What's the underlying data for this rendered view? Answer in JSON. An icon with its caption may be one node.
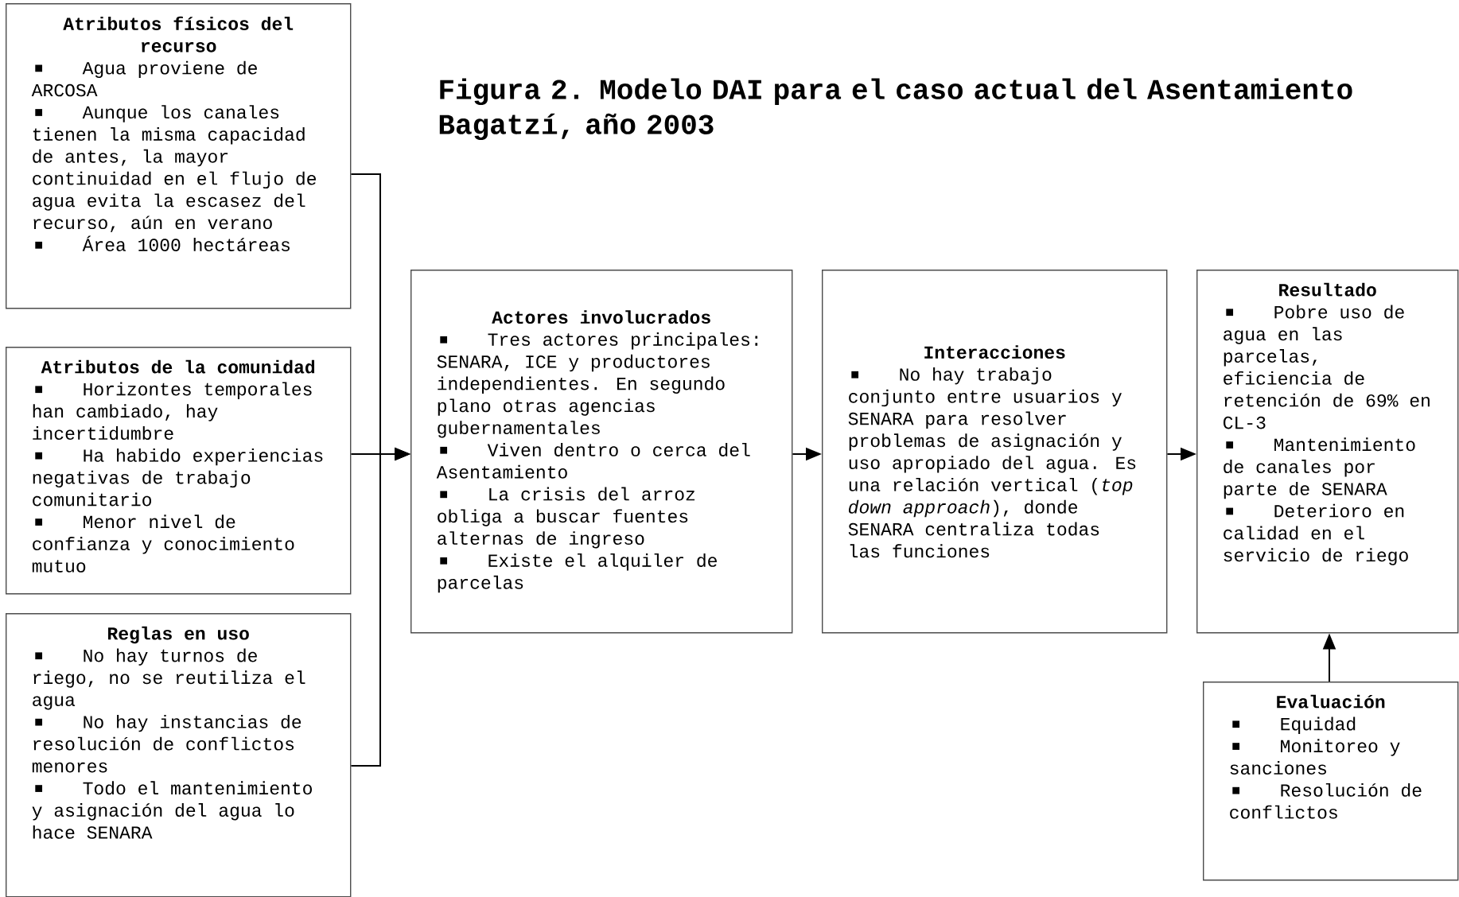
{
  "diagram": {
    "title": "Figura 2. Modelo DAI para el caso actual del Asentamiento Bagatzí, año 2003",
    "nodes": [
      {
        "text": [
          "Atributos físicos del recurso",
          "Agua proviene de ARCOSA",
          "Aunque los canales tienen la misma capacidad de antes, la mayor continuidad en el flujo de agua evita la escasez del recurso, aún en verano",
          "Área 1000 hectáreas"
        ]
      },
      {
        "text": [
          "Atributos de la comunidad",
          "Horizontes temporales han cambiado, hay incertidumbre",
          "Ha habido experiencias negativas de trabajo comunitario",
          "Menor nivel de confianza y conocimiento mutuo"
        ]
      },
      {
        "text": [
          "Reglas en uso",
          "No hay turnos de riego, no se reutiliza el agua",
          "No hay instancias de resolución de conflictos menores",
          "Todo el mantenimiento y asignación del agua lo hace SENARA"
        ]
      },
      {
        "text": [
          "Actores involucrados",
          "Tres actores principales: SENARA, ICE y productores independientes. En segundo plano otras agencias gubernamentales",
          "Viven dentro o cerca del Asentamiento",
          "La crisis del arroz obliga a buscar fuentes alternas de ingreso",
          "Existe el alquiler de parcelas"
        ]
      },
      {
        "text": [
          "Interacciones",
          "No hay trabajo conjunto entre usuarios y SENARA para resolver problemas de asignación y uso apropiado del agua. Es una relación vertical (*top down approach*), donde SENARA centraliza todas las funciones"
        ]
      },
      {
        "text": [
          "Resultado",
          "Pobre uso de agua en las parcelas, eficiencia de retención de 69% en CL-3",
          "Mantenimiento de canales por parte de SENARA",
          "Deterioro en calidad en el servicio de riego"
        ]
      },
      {
        "text": [
          "Evaluación",
          "Equidad",
          "Monitoreo y sanciones",
          "Resolución de conflictos"
        ]
      }
    ],
    "edges": [
      {
        "from": 0,
        "to": 3,
        "arrow": "to"
      },
      {
        "from": 1,
        "to": 3,
        "arrow": "to"
      },
      {
        "from": 2,
        "to": 3,
        "arrow": "to"
      },
      {
        "from": 3,
        "to": 4,
        "arrow": "to"
      },
      {
        "from": 4,
        "to": 5,
        "arrow": "to"
      },
      {
        "from": 6,
        "to": 5,
        "arrow": "to"
      }
    ]
  }
}
